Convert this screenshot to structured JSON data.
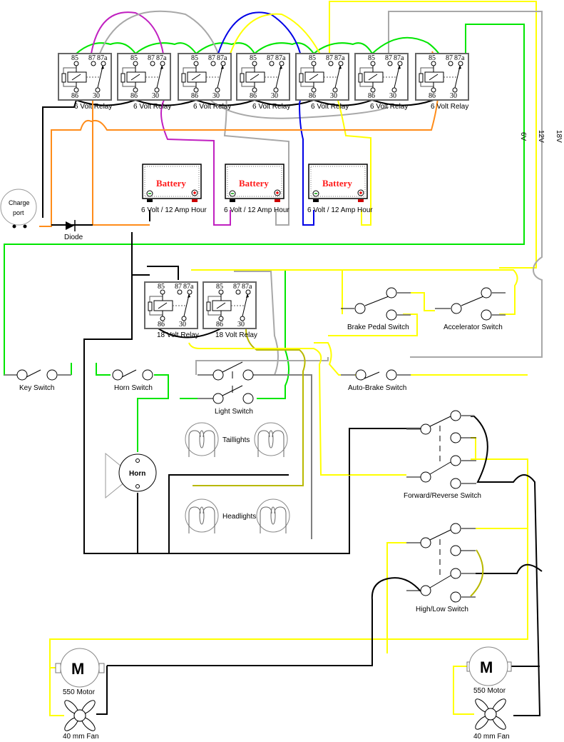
{
  "title": "Wiring diagram",
  "colors": {
    "wire_black": "#000000",
    "wire_green": "#00e600",
    "wire_orange": "#ff8c1a",
    "wire_purple": "#c020c0",
    "wire_gray": "#a8a8a8",
    "wire_blue": "#0000e6",
    "wire_yellow": "#ffff00",
    "wire_olive": "#b8b800",
    "battery_label": "#ff1a1a"
  },
  "relays_6v": {
    "pins": [
      "85",
      "87",
      "87a",
      "86",
      "30"
    ],
    "items": [
      {
        "label": "6 Volt Relay"
      },
      {
        "label": "6 Volt Relay"
      },
      {
        "label": "6 Volt Relay"
      },
      {
        "label": "6 Volt Relay"
      },
      {
        "label": "6 Volt Relay"
      },
      {
        "label": "6 Volt Relay"
      },
      {
        "label": "6 Volt Relay"
      }
    ]
  },
  "relays_18v": {
    "items": [
      {
        "label": "18 Volt Relay"
      },
      {
        "label": "18 Volt Relay"
      }
    ]
  },
  "batteries": [
    {
      "name": "Battery",
      "rating": "6 Volt / 12 Amp Hour",
      "neg": "−",
      "pos": "+"
    },
    {
      "name": "Battery",
      "rating": "6 Volt / 12 Amp Hour",
      "neg": "−",
      "pos": "+"
    },
    {
      "name": "Battery",
      "rating": "6 Volt / 12 Amp Hour",
      "neg": "−",
      "pos": "+"
    }
  ],
  "voltage_taps": {
    "v6": "6V",
    "v12": "12V",
    "v18": "18V"
  },
  "charge_port": {
    "line1": "Charge",
    "line2": "port"
  },
  "diode": {
    "label": "Diode"
  },
  "switches": {
    "key": "Key  Switch",
    "horn": "Horn Switch",
    "light": "Light Switch",
    "brake_pedal": "Brake Pedal Switch",
    "accelerator": "Accelerator Switch",
    "auto_brake": "Auto-Brake Switch",
    "forward_reverse": "Forward/Reverse Switch",
    "high_low": "High/Low  Switch"
  },
  "horn": {
    "label": "Horn"
  },
  "lights": {
    "taillights": "Taillights",
    "headlights": "Headlights"
  },
  "motors": [
    {
      "symbol": "M",
      "label": "550 Motor"
    },
    {
      "symbol": "M",
      "label": "550 Motor"
    }
  ],
  "fans": [
    {
      "label": "40 mm Fan"
    },
    {
      "label": "40 mm Fan"
    }
  ]
}
